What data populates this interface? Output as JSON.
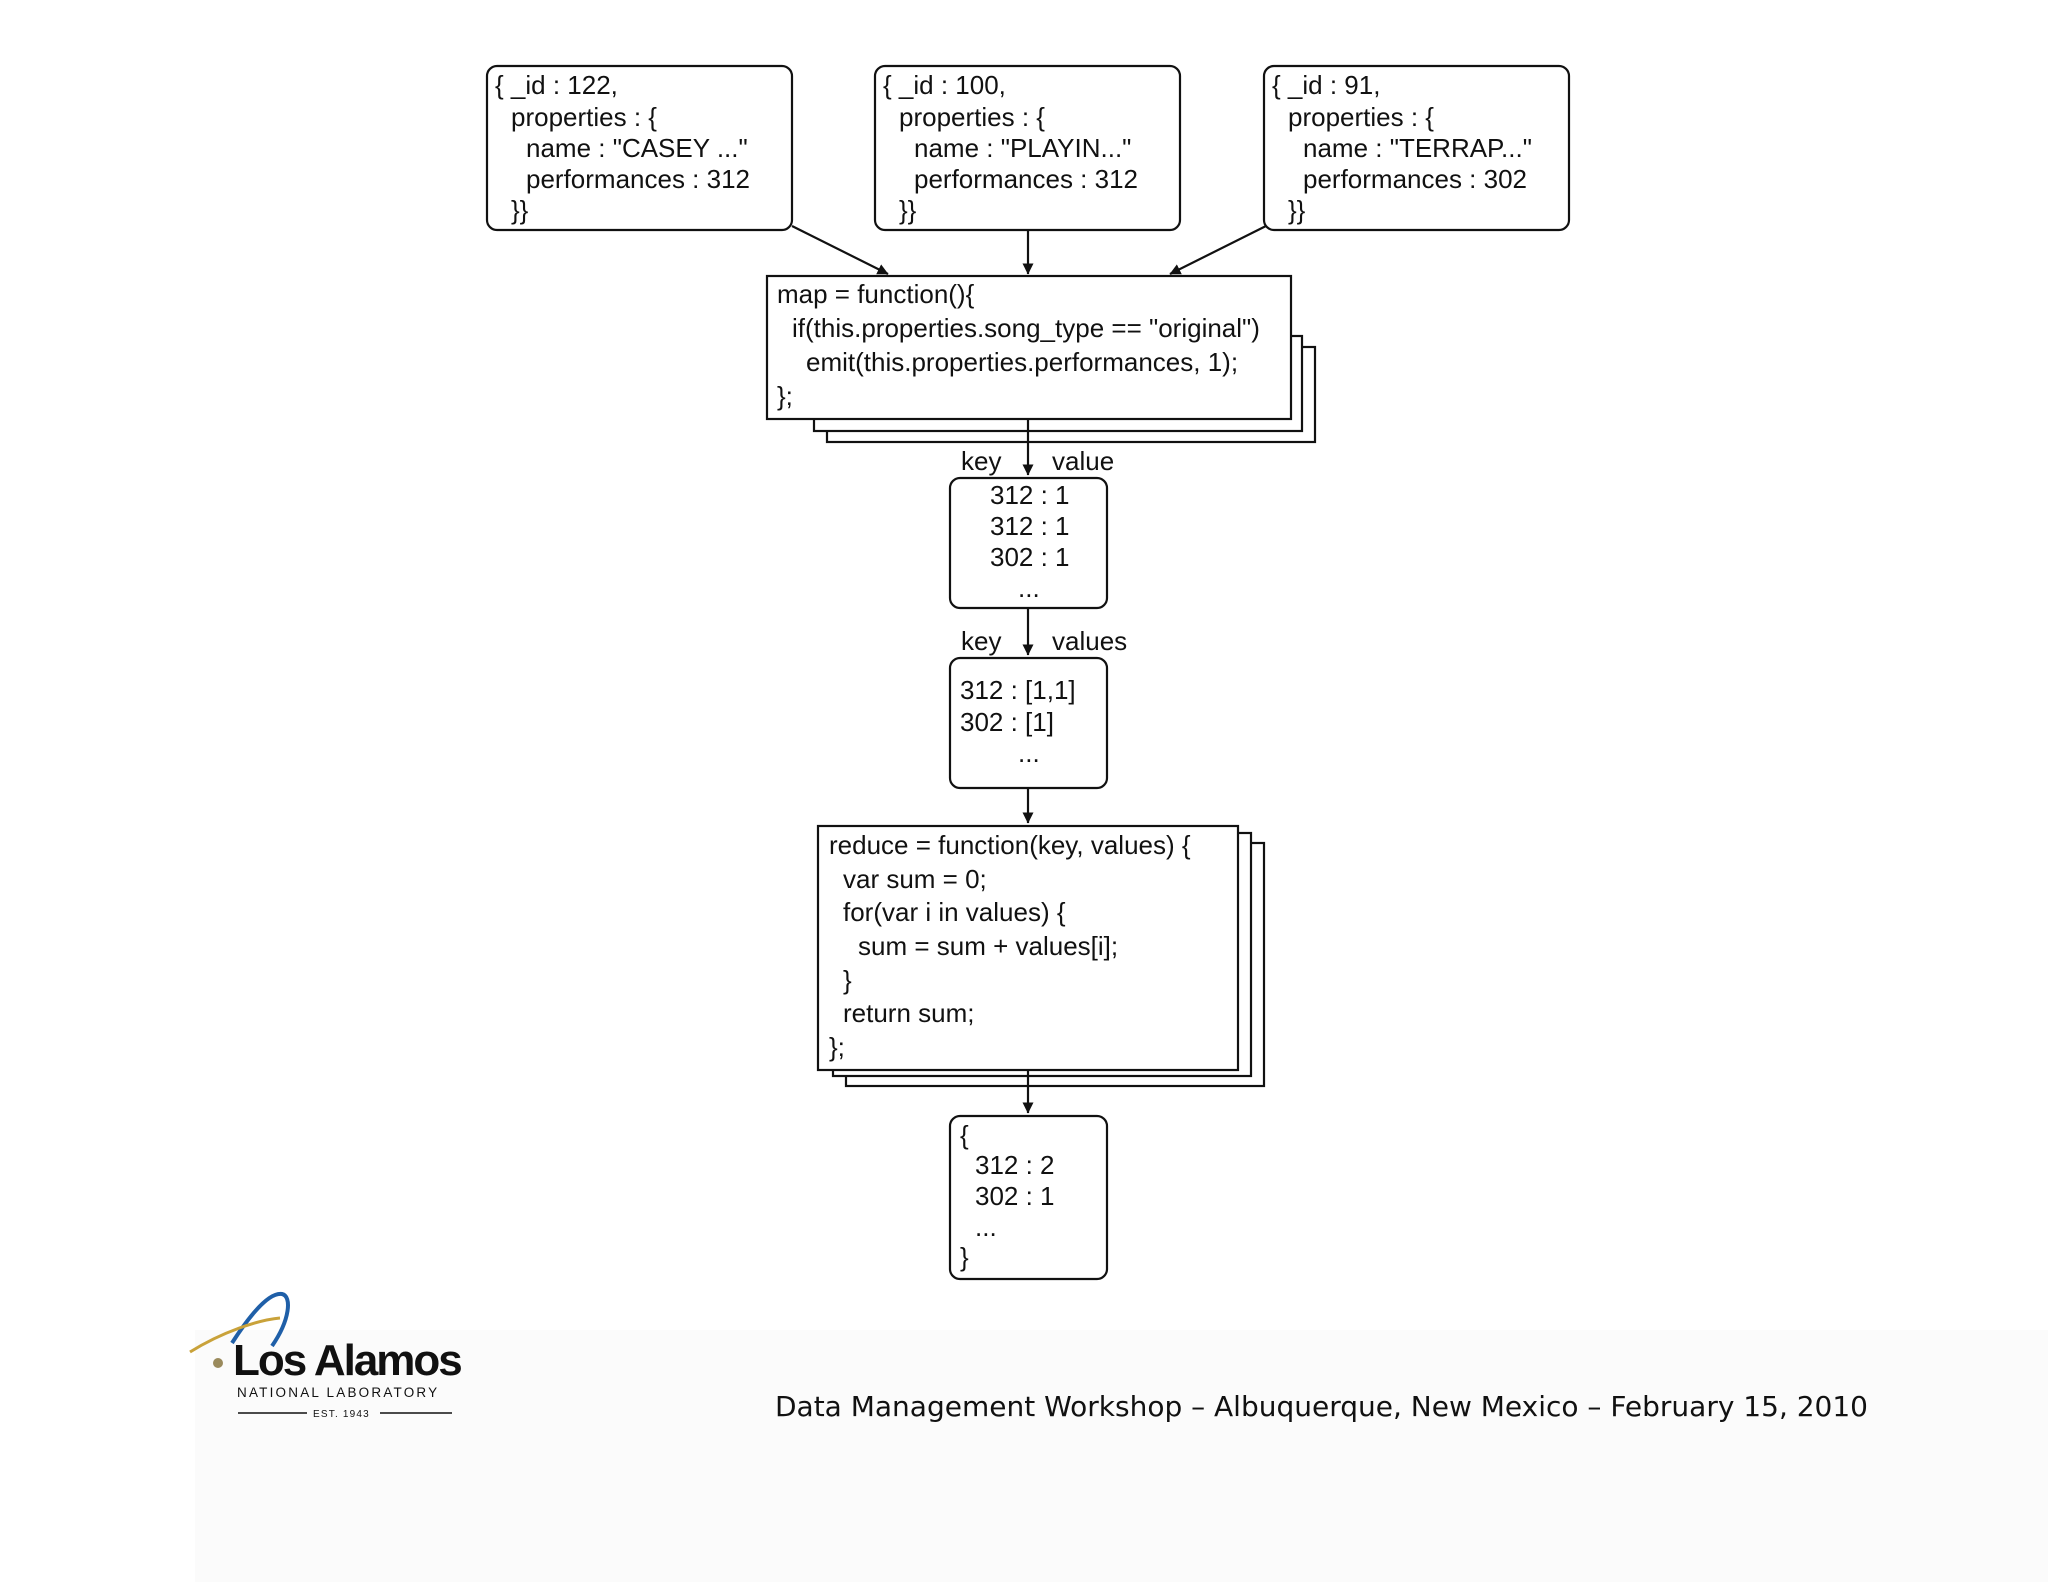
{
  "documents": [
    {
      "lines": [
        "{ _id : 122,",
        "properties : {",
        "name : \"CASEY ...\"",
        "performances : 312",
        "}}"
      ]
    },
    {
      "lines": [
        "{ _id : 100,",
        "properties : {",
        "name : \"PLAYIN...\"",
        "performances : 312",
        "}}"
      ]
    },
    {
      "lines": [
        "{ _id : 91,",
        "properties : {",
        "name : \"TERRAP...\"",
        "performances : 302",
        "}}"
      ]
    }
  ],
  "map_function": {
    "lines": [
      "map = function(){",
      "if(this.properties.song_type == \"original\")",
      "emit(this.properties.performances, 1);",
      "};"
    ]
  },
  "emitted_labels": {
    "key": "key",
    "value": "value"
  },
  "emitted_pairs": {
    "lines": [
      "312 : 1",
      "312 : 1",
      "302 : 1",
      "..."
    ]
  },
  "grouped_labels": {
    "key": "key",
    "values": "values"
  },
  "grouped_pairs": {
    "lines": [
      "312 : [1,1]",
      "302 : [1]",
      "..."
    ]
  },
  "reduce_function": {
    "lines": [
      "reduce = function(key, values) {",
      "var sum = 0;",
      "for(var i in values) {",
      "sum = sum + values[i];",
      "}",
      "return sum;",
      "};"
    ]
  },
  "result": {
    "lines": [
      "{",
      "312 : 2",
      "302 : 1",
      "...",
      "}"
    ]
  },
  "footer": {
    "caption": "Data Management Workshop – Albuquerque, New Mexico – February 15, 2010",
    "logo_name": "Los Alamos",
    "logo_subtitle": "NATIONAL LABORATORY",
    "logo_est": "EST. 1943"
  },
  "colors": {
    "logo_blue": "#1f5fa8",
    "logo_gold": "#c9a23a",
    "logo_dot": "#9a8a5c"
  }
}
